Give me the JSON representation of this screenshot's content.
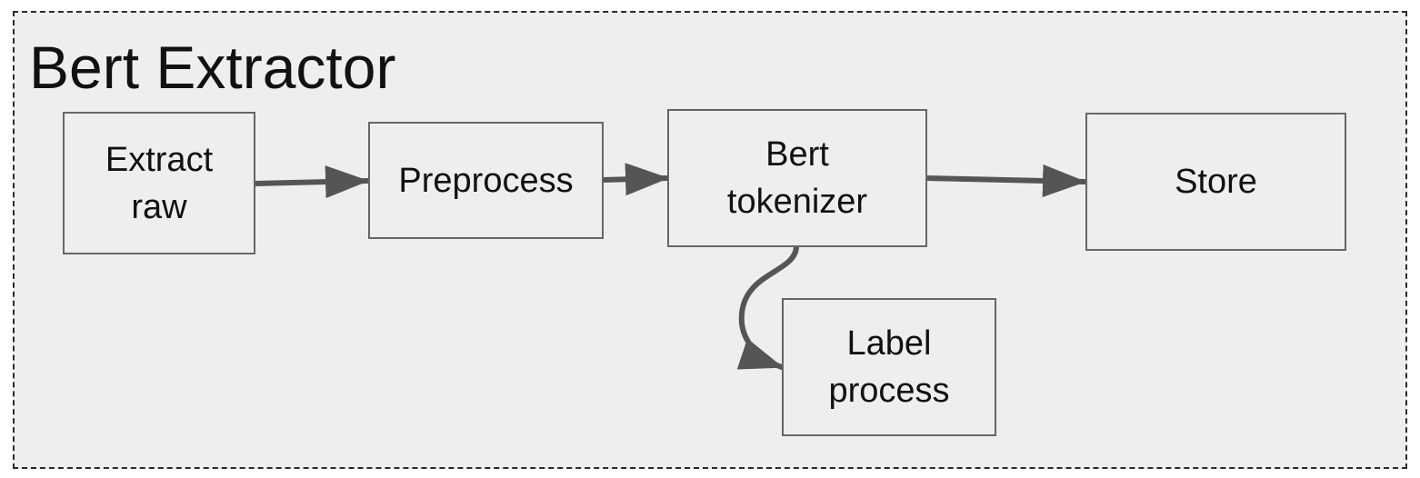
{
  "diagram": {
    "title": "Bert Extractor",
    "colors": {
      "frame_fill": "#eeeeee",
      "frame_border": "#2b2b2b",
      "node_border": "#666666",
      "arrow": "#555555",
      "text": "#111111"
    },
    "nodes": {
      "extract_raw": "Extract\nraw",
      "preprocess": "Preprocess",
      "bert_tokenizer": "Bert\ntokenizer",
      "store": "Store",
      "label_process": "Label\nprocess"
    },
    "edges": [
      {
        "from": "Extract raw",
        "to": "Preprocess"
      },
      {
        "from": "Preprocess",
        "to": "Bert tokenizer"
      },
      {
        "from": "Bert tokenizer",
        "to": "Store"
      },
      {
        "from": "Bert tokenizer",
        "to": "Label process"
      }
    ]
  }
}
